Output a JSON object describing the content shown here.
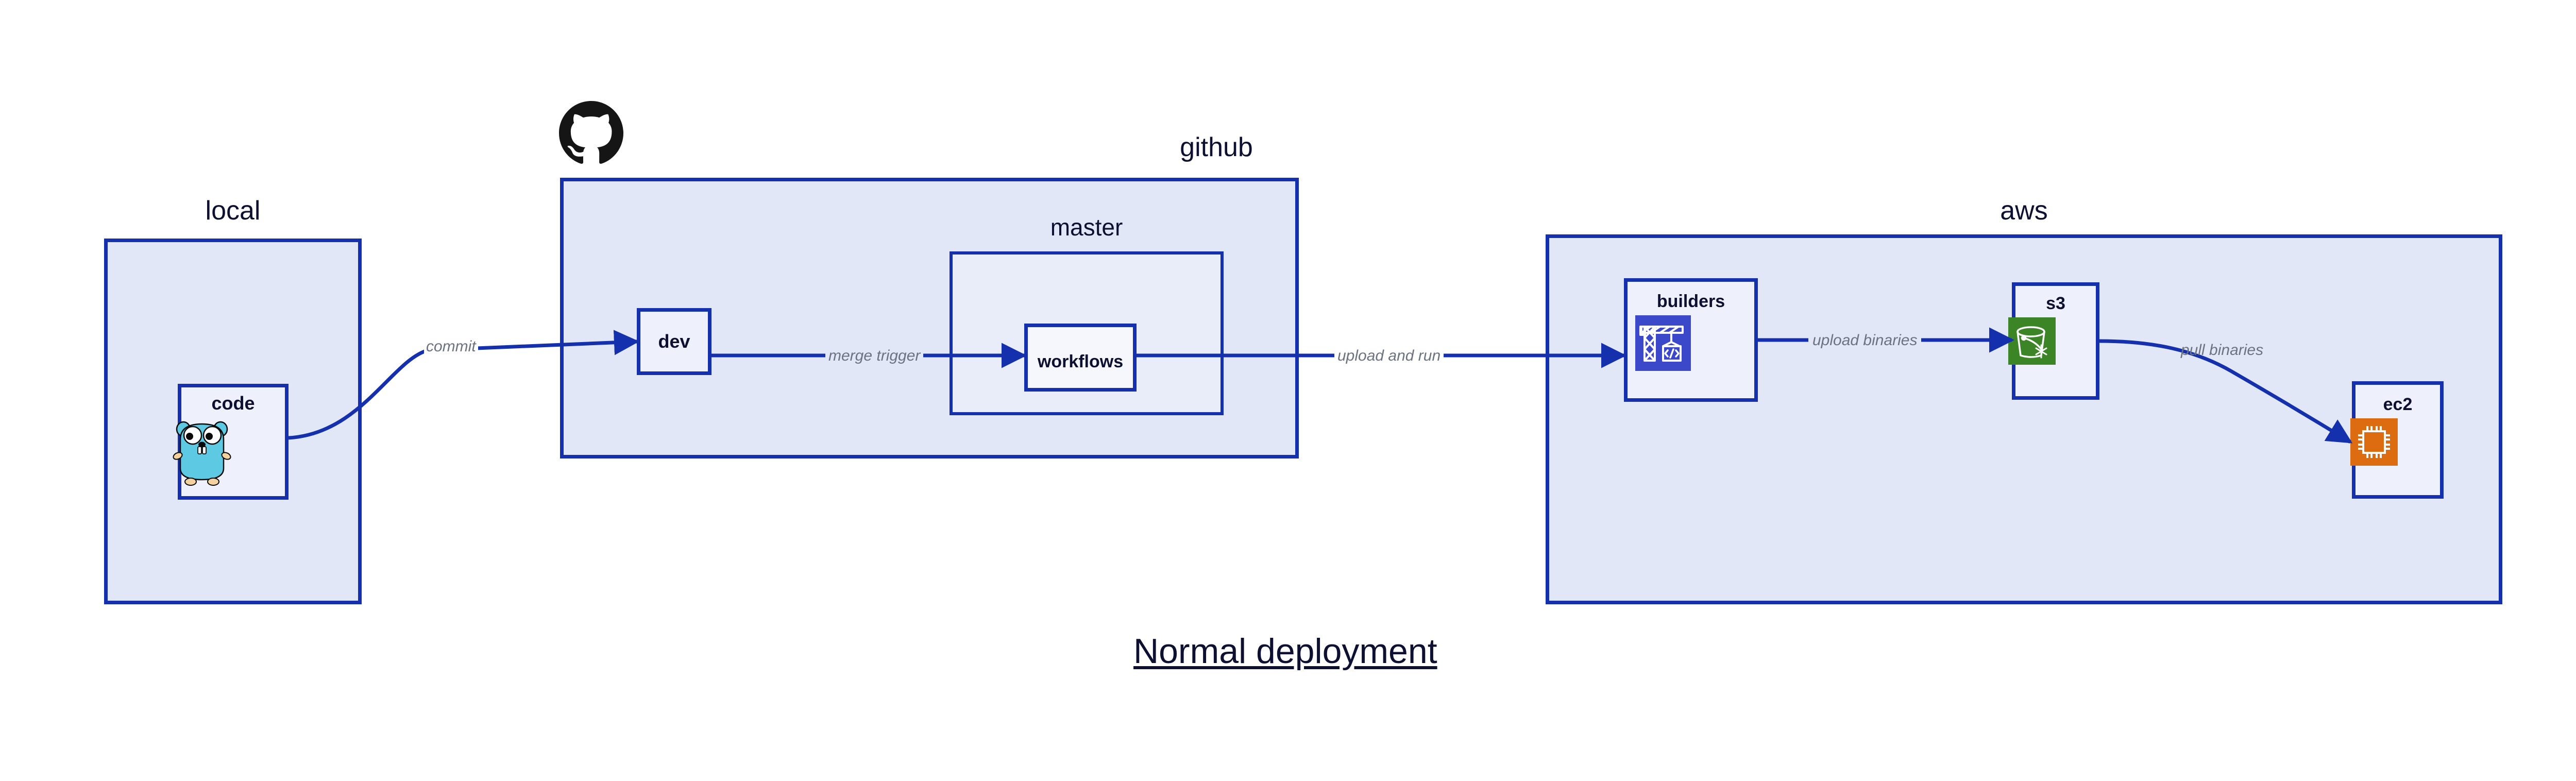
{
  "diagram": {
    "title": "Normal deployment",
    "accent_border": "#1430ac",
    "group_fill": "#e2e7f8",
    "node_fill": "#eef1fc",
    "label_color": "#0d1030",
    "edge_label_color": "#6b7280"
  },
  "groups": [
    {
      "id": "local",
      "label": "local"
    },
    {
      "id": "github",
      "label": "github"
    },
    {
      "id": "master",
      "label": "master"
    },
    {
      "id": "aws",
      "label": "aws"
    }
  ],
  "nodes": [
    {
      "id": "code",
      "label": "code",
      "icon": "go-gopher-icon",
      "icon_color": "#5dc9e2"
    },
    {
      "id": "dev",
      "label": "dev",
      "icon": "none",
      "icon_color": ""
    },
    {
      "id": "workflows",
      "label": "workflows",
      "icon": "none",
      "icon_color": ""
    },
    {
      "id": "builders",
      "label": "builders",
      "icon": "crane-code-icon",
      "icon_color": "#3b48c9"
    },
    {
      "id": "s3",
      "label": "s3",
      "icon": "s3-bucket-icon",
      "icon_color": "#3c8527"
    },
    {
      "id": "ec2",
      "label": "ec2",
      "icon": "cpu-chip-icon",
      "icon_color": "#dd6b10"
    }
  ],
  "edges": [
    {
      "id": "commit",
      "label": "commit",
      "from": "code",
      "to": "dev"
    },
    {
      "id": "merge-trigger",
      "label": "merge trigger",
      "from": "dev",
      "to": "workflows"
    },
    {
      "id": "upload-and-run",
      "label": "upload and run",
      "from": "workflows",
      "to": "builders"
    },
    {
      "id": "upload-binaries",
      "label": "upload binaries",
      "from": "builders",
      "to": "s3"
    },
    {
      "id": "pull-binaries",
      "label": "pull binaries",
      "from": "s3",
      "to": "ec2"
    }
  ],
  "logos": [
    {
      "id": "github-octocat",
      "name": "github-octocat-logo",
      "color": "#151515"
    }
  ]
}
